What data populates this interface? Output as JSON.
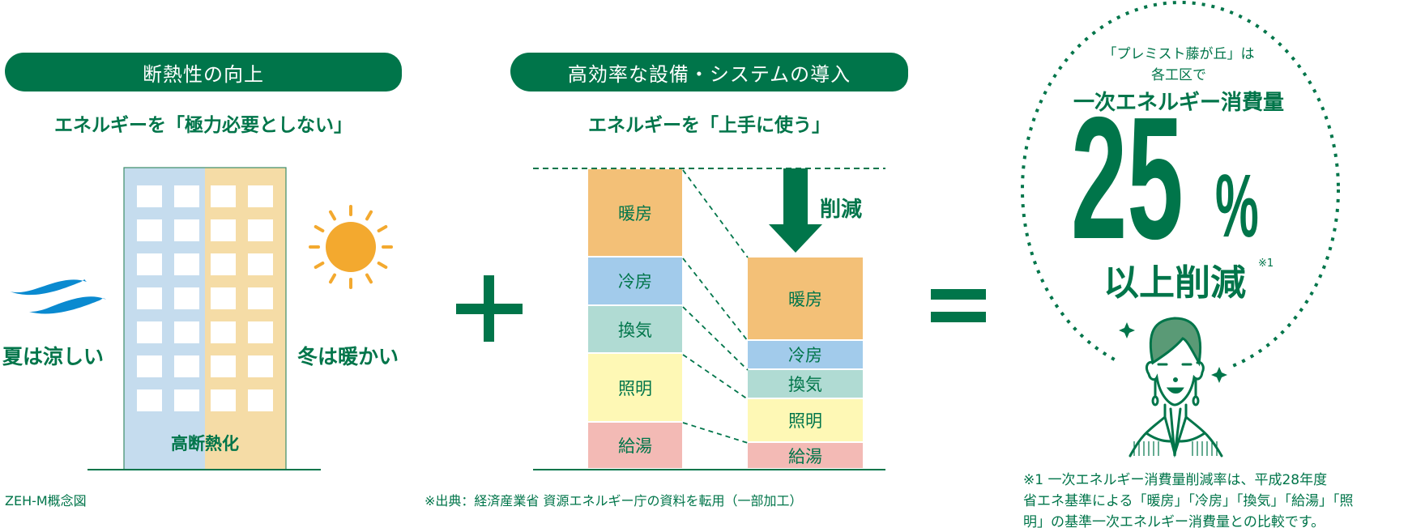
{
  "left": {
    "banner": "断熱性の向上",
    "subtitle": "エネルギーを「極力必要としない」",
    "summer": "夏は涼しい",
    "winter": "冬は暖かい",
    "building_label": "高断熱化",
    "caption": "ZEH-M概念図"
  },
  "middle": {
    "banner": "高効率な設備・システムの導入",
    "subtitle": "エネルギーを「上手に使う」",
    "reduce_label": "削減",
    "before": [
      "暖房",
      "冷房",
      "換気",
      "照明",
      "給湯"
    ],
    "after": [
      "暖房",
      "冷房",
      "換気",
      "照明",
      "給湯"
    ],
    "source": "※出典：経済産業省 資源エネルギー庁の資料を転用（一部加工）"
  },
  "right": {
    "line1": "「プレミスト藤が丘」は",
    "line2": "各工区で",
    "line3": "一次エネルギー消費量",
    "number": "25",
    "percent": "%",
    "line4": "以上削減",
    "note_mark": "※1",
    "footnote": [
      "※1 一次エネルギー消費量削減率は、平成28年度",
      "省エネ基準による「暖房」「冷房」「換気」「給湯」「照",
      "明」の基準一次エネルギー消費量との比較です。"
    ]
  },
  "colors": {
    "brand": "#00754a",
    "heating": "#f3c077",
    "cooling": "#a2cbeb",
    "ventilation": "#b0dbd3",
    "lighting": "#fef8b5",
    "hot_water": "#f3bab5",
    "sun": "#f3a92f",
    "wave": "#0a8ad0"
  }
}
